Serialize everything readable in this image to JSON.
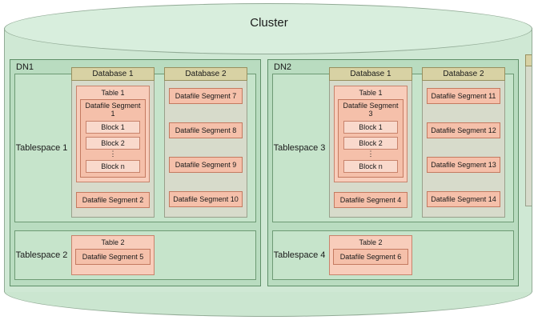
{
  "diagram_title": "Cluster",
  "colors": {
    "cylinder_fill": "#d2e9d6",
    "node_green": "#b9dcc0",
    "tablespace_green": "#c6e4cb",
    "database_header_tan": "#d8d2a4",
    "database_body_gray": "#d7dbcb",
    "table_pink": "#f8cdbb",
    "segment_salmon": "#f5c0aa",
    "block_pink": "#f9d9cc"
  },
  "nodes": [
    {
      "name": "DN1",
      "tablespaces": [
        {
          "name": "Tablespace 1"
        },
        {
          "name": "Tablespace 2"
        }
      ],
      "db1": {
        "header": "Database 1",
        "table": "Table 1",
        "inner_segment": "Datafile Segment 1",
        "blocks": [
          "Block 1",
          "Block 2",
          "Block n"
        ],
        "dots": "⋮",
        "below_segment": "Datafile Segment 2"
      },
      "db2": {
        "header": "Database 2",
        "segments": [
          "Datafile Segment 7",
          "Datafile Segment 8",
          "Datafile Segment 9",
          "Datafile Segment 10"
        ]
      },
      "ts2": {
        "table": "Table 2",
        "segment": "Datafile Segment 5"
      }
    },
    {
      "name": "DN2",
      "tablespaces": [
        {
          "name": "Tablespace 3"
        },
        {
          "name": "Tablespace 4"
        }
      ],
      "db1": {
        "header": "Database 1",
        "table": "Table 1",
        "inner_segment": "Datafile Segment 3",
        "blocks": [
          "Block 1",
          "Block 2",
          "Block n"
        ],
        "dots": "⋮",
        "below_segment": "Datafile Segment 4"
      },
      "db2": {
        "header": "Database 2",
        "segments": [
          "Datafile Segment 11",
          "Datafile Segment 12",
          "Datafile Segment 13",
          "Datafile Segment 14"
        ]
      },
      "ts2": {
        "table": "Table 2",
        "segment": "Datafile Segment 6"
      }
    }
  ]
}
